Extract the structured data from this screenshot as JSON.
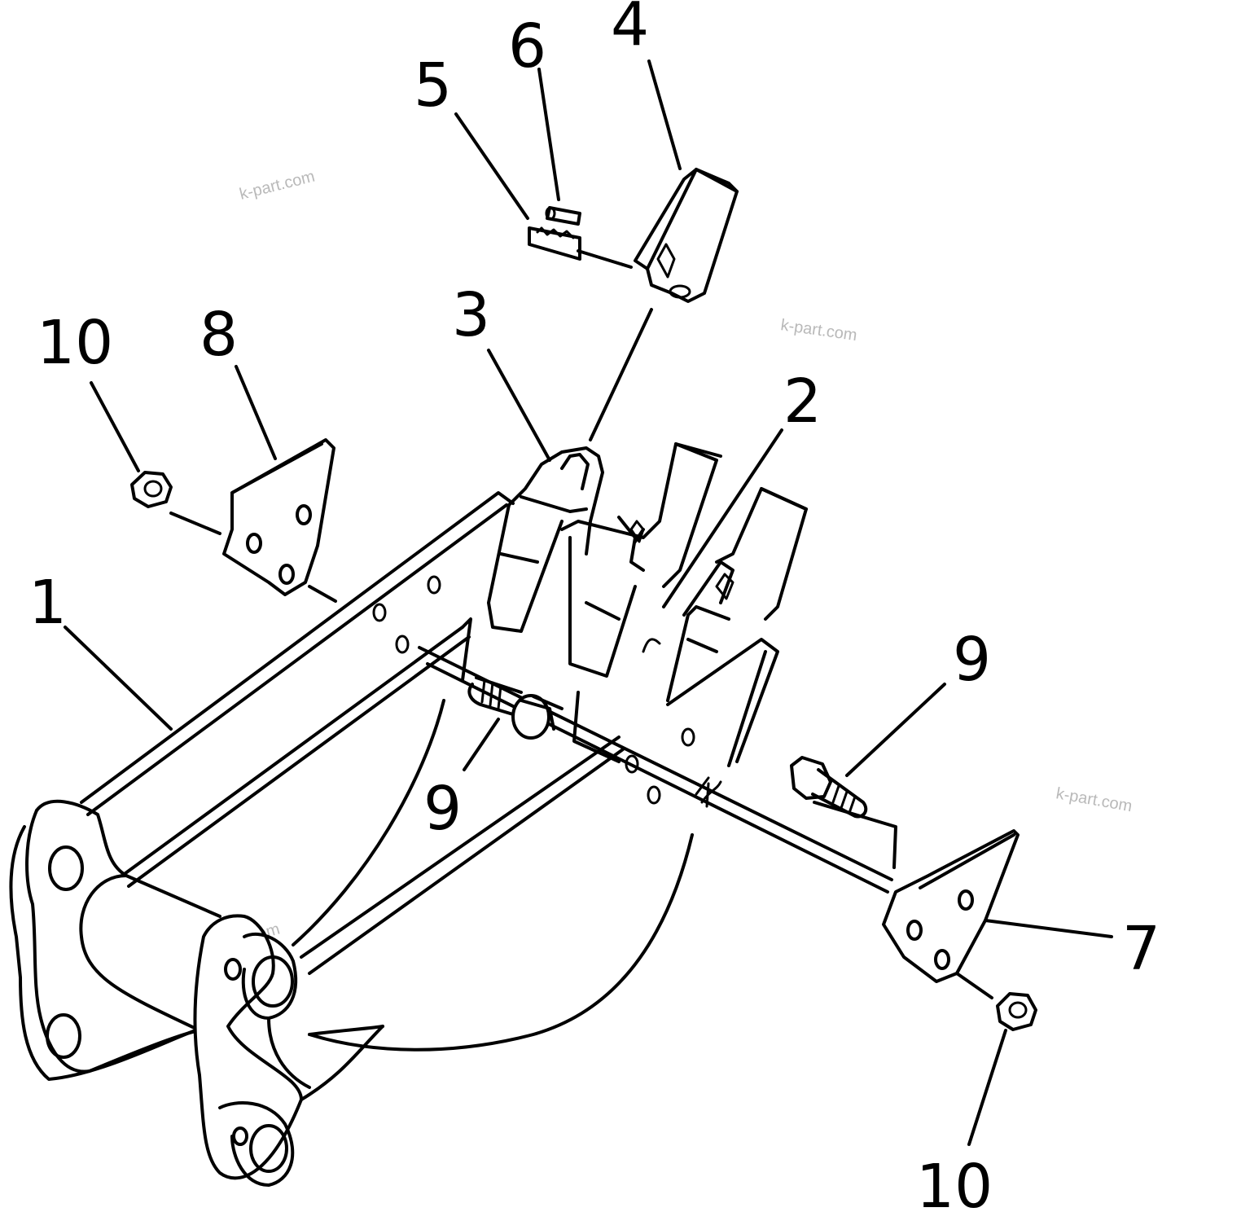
{
  "callouts": {
    "c1": "1",
    "c2": "2",
    "c3": "3",
    "c4": "4",
    "c5": "5",
    "c6": "6",
    "c7": "7",
    "c8": "8",
    "c9a": "9",
    "c9b": "9",
    "c10a": "10",
    "c10b": "10"
  },
  "watermark": {
    "w1": "k-part.com",
    "w2": "k-part.com",
    "w3": "k-part.com",
    "w4": "k-part.com"
  }
}
